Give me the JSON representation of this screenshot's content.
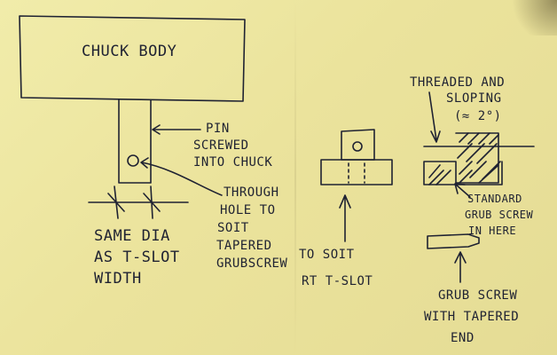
{
  "labels": {
    "chuck_body": "CHUCK BODY",
    "pin_1": "PIN",
    "pin_2": "SCREWED",
    "pin_3": "INTO CHUCK",
    "through_1": "THROUGH",
    "through_2": "HOLE TO",
    "through_3": "SOIT",
    "through_4": "TAPERED",
    "through_5": "GRUBSCREW",
    "same_1": "SAME DIA",
    "same_2": "AS T-SLOT",
    "same_3": "WIDTH",
    "tosoit_1": "TO SOIT",
    "tosoit_2": "RT T-SLOT",
    "threaded_1": "THREADED AND",
    "threaded_2": "SLOPING",
    "threaded_3": "(≈ 2°)",
    "standard_1": "STANDARD",
    "standard_2": "GRUB SCREW",
    "standard_3": "IN HERE",
    "grub_1": "GRUB SCREW",
    "grub_2": "WITH TAPERED",
    "grub_3": "END"
  }
}
